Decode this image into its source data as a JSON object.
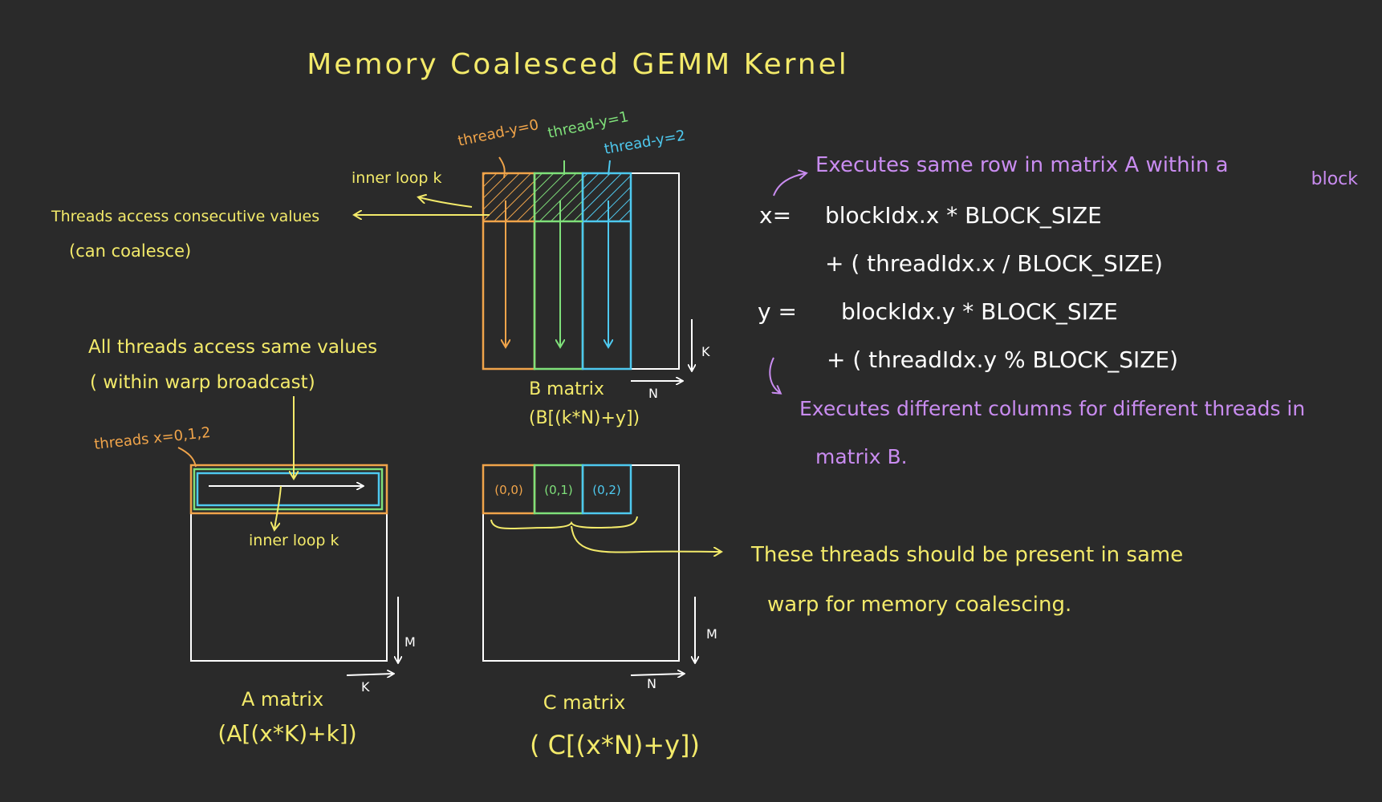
{
  "title": "Memory Coalesced GEMM Kernel",
  "colors": {
    "background": "#2a2a2a",
    "yellow": "#f3ea6a",
    "purple": "#c98cf0",
    "orange": "#f0a44a",
    "green": "#7fe07a",
    "cyan": "#4ec9ef",
    "white": "#ffffff"
  },
  "b_matrix": {
    "thread_labels": [
      "thread-y=0",
      "thread-y=1",
      "thread-y=2"
    ],
    "inner_loop_label": "inner loop k",
    "consecutive_note": "Threads access consecutive values",
    "consecutive_note_sub": "(can coalesce)",
    "dim_k": "K",
    "dim_n": "N",
    "name": "B matrix",
    "index": "(B[(k*N)+y])"
  },
  "a_matrix": {
    "broadcast_note": "All threads access same values",
    "broadcast_note_sub": "( within warp broadcast)",
    "threads_label": "threads x=0,1,2",
    "inner_loop_label": "inner loop k",
    "dim_m": "M",
    "dim_k": "K",
    "name": "A matrix",
    "index": "(A[(x*K)+k])"
  },
  "c_matrix": {
    "cells": [
      "(0,0)",
      "(0,1)",
      "(0,2)"
    ],
    "dim_m": "M",
    "dim_n": "N",
    "name": "C matrix",
    "index": "( C[(x*N)+y])",
    "warp_note_line1": "These threads should be present in same",
    "warp_note_line2": "warp for memory coalescing."
  },
  "formulas": {
    "note_top": "Executes same row in matrix A within a",
    "note_top_2": "block",
    "x_eq": "x=",
    "x_line1": "blockIdx.x * BLOCK_SIZE",
    "x_line2": "+ ( threadIdx.x / BLOCK_SIZE)",
    "y_eq": "y =",
    "y_line1": "blockIdx.y * BLOCK_SIZE",
    "y_line2": "+ ( threadIdx.y % BLOCK_SIZE)",
    "note_bottom_1": "Executes different columns for different threads in",
    "note_bottom_2": "matrix B."
  }
}
